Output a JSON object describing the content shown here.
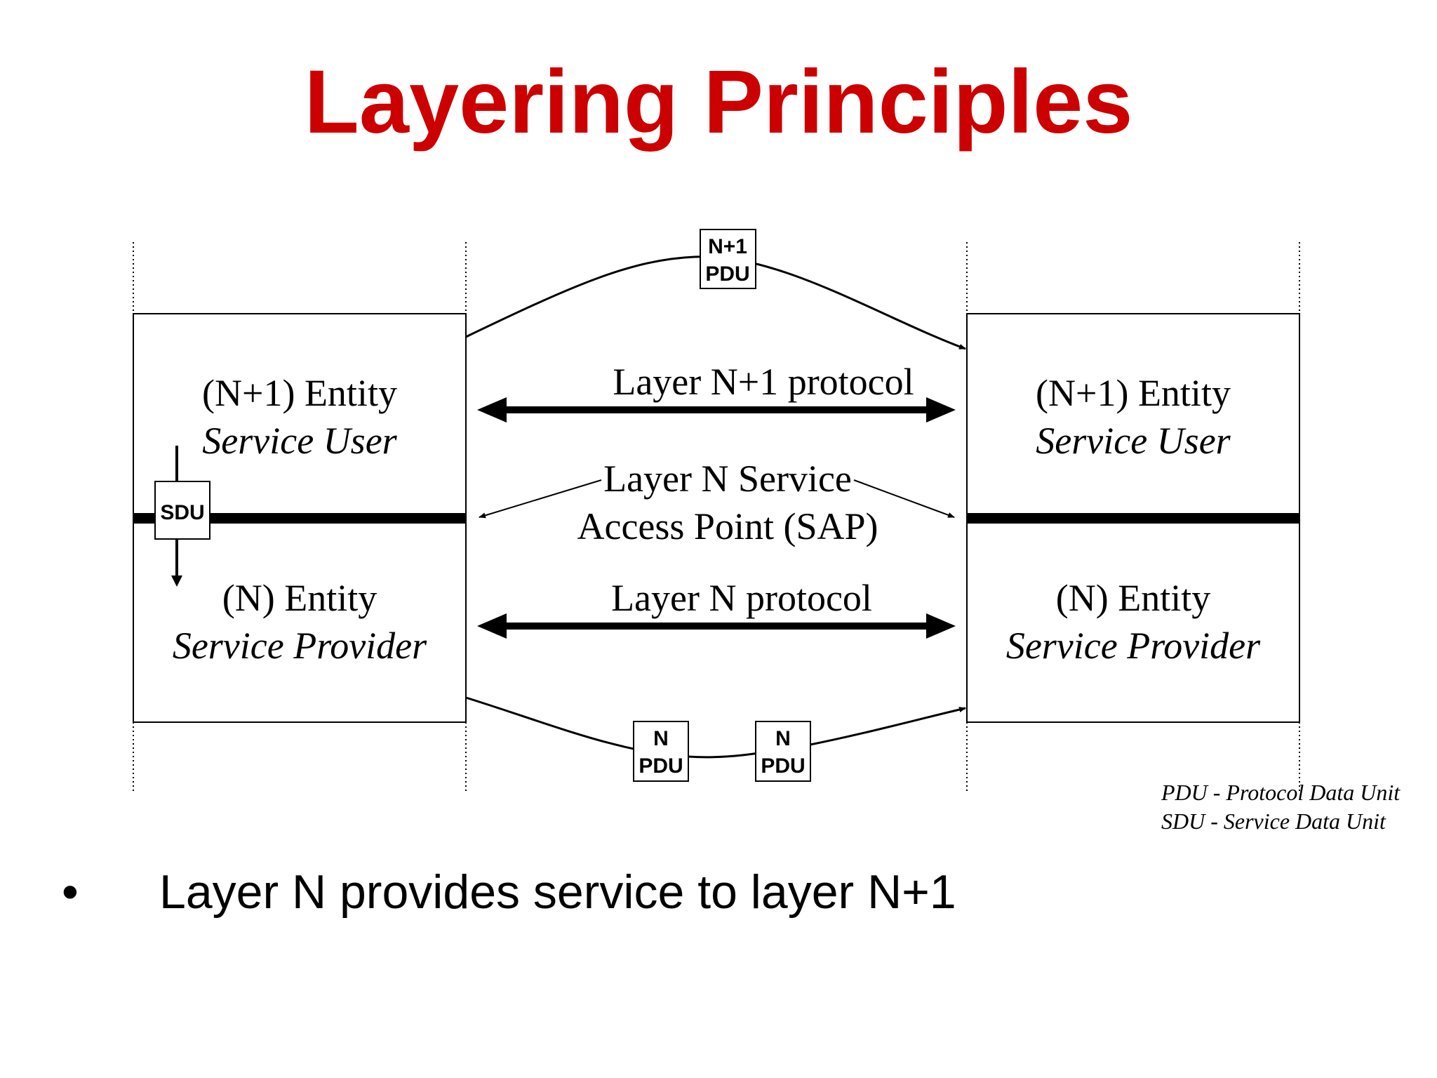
{
  "title": "Layering Principles",
  "left_stack": {
    "upper_entity": "(N+1) Entity",
    "upper_role": "Service User",
    "lower_entity": "(N) Entity",
    "lower_role": "Service Provider"
  },
  "right_stack": {
    "upper_entity": "(N+1) Entity",
    "upper_role": "Service User",
    "lower_entity": "(N) Entity",
    "lower_role": "Service Provider"
  },
  "protocols": {
    "upper": "Layer N+1 protocol",
    "sap_line1": "Layer N Service",
    "sap_line2": "Access Point (SAP)",
    "lower": "Layer N protocol"
  },
  "pdus": {
    "top_line1": "N+1",
    "top_line2": "PDU",
    "bottom_a_line1": "N",
    "bottom_a_line2": "PDU",
    "bottom_b_line1": "N",
    "bottom_b_line2": "PDU"
  },
  "sdu_label": "SDU",
  "legend": {
    "pdu": "PDU - Protocol Data Unit",
    "sdu": "SDU - Service Data Unit"
  },
  "bullet": {
    "marker": "•",
    "text": "Layer N provides service to layer N+1"
  },
  "colors": {
    "title": "#cc0000",
    "ink": "#000000",
    "background": "#ffffff"
  }
}
